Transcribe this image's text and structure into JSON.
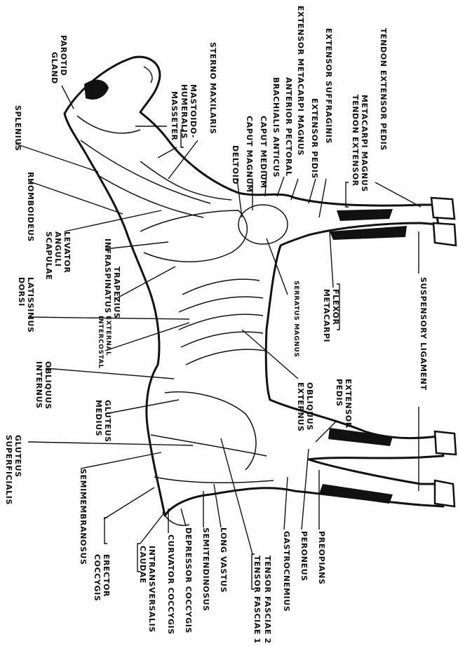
{
  "labels": {
    "parotid_gland": [
      "PAROTID",
      "GLAND"
    ],
    "masseter": "MASSETER",
    "mastoido_humeralis": [
      "MASTOIDO-",
      "HUMERALIS"
    ],
    "sterno_maxilaris": "STERNO MAXILARIS",
    "splenius": "SPLENIUS",
    "rhomboideus": "RHOMBOIDEUS",
    "levator_anguli_scapulae": [
      "LEVATOR",
      "ANGULI",
      "SCAPULAE"
    ],
    "infraspinatus": "INFRASPINATUS",
    "trapezius": "TRAPEZIUS",
    "latissimus_dorsi": [
      "LATISSIMUS",
      "DORSI"
    ],
    "external_intercostal": [
      "EXTERNAL",
      "INTERCOSTAL"
    ],
    "obliquus_internus": [
      "OBLIQUUS",
      "INTERNUS"
    ],
    "gluteus_medius": [
      "GLUTEUS",
      "MEDIUS"
    ],
    "gluteus_superficialis": [
      "GLUTEUS",
      "SUPERFICIALIS"
    ],
    "semimembranosus": "SEMIMEMBRANOSUS",
    "erector_coccygis": [
      "ERECTOR",
      "COCCYGIS"
    ],
    "intransversalis_caudae": [
      "INTRANSVERSALIS",
      "CAUDAE"
    ],
    "curvator_coccygis": "CURVATOR COCCYGIS",
    "depressor_coccygis": "DEPRESSOR COCCYGIS",
    "semitendinosus": "SEMITENDINOSUS",
    "long_vastus": "LONG VASTUS",
    "tensor_fasciae_1": "TENSOR FASCIAE 1",
    "tensor_fasciae_2": "TENSOR FASCIAE 2",
    "gastrocnemius": "GASTROCNEMIUS",
    "peroneus": "PERONEUS",
    "preopians": "PREOPIANS",
    "deltoid": "DELTOID",
    "caput_magnum": "CAPUT MAGNUM",
    "caput_medium": "CAPUT MEDIUM",
    "brachialis_anticus": "BRACHIALIS ANTICUS",
    "anterior_pectoral": "ANTERIOR PECTORAL",
    "extensor_metacarpi_magnus": "EXTENSOR METACARPI MAGNUS",
    "extensor_pedis_front": "EXTENSOR PEDIS",
    "extensor_suffraginis": "EXTENSOR SUFFRAGINIS",
    "tendon_extensor_metacarpi_magnus": [
      "TENDON EXTENSOR",
      "METACARPI MAGNUS"
    ],
    "tendon_extensor_pedis": "TENDON EXTENSOR PEDIS",
    "serratus_magnus": "SERRATUS MAGNUS",
    "flexor_metacarpi": [
      "FLEXOR",
      "METACARPI"
    ],
    "suspensory_ligament": "SUSPENSORY LIGAMENT",
    "obliquus_externus": [
      "OBLIQUUS",
      "EXTERNUS"
    ],
    "extensor_pedis_hind": [
      "EXTENSOR",
      "PEDIS"
    ]
  }
}
